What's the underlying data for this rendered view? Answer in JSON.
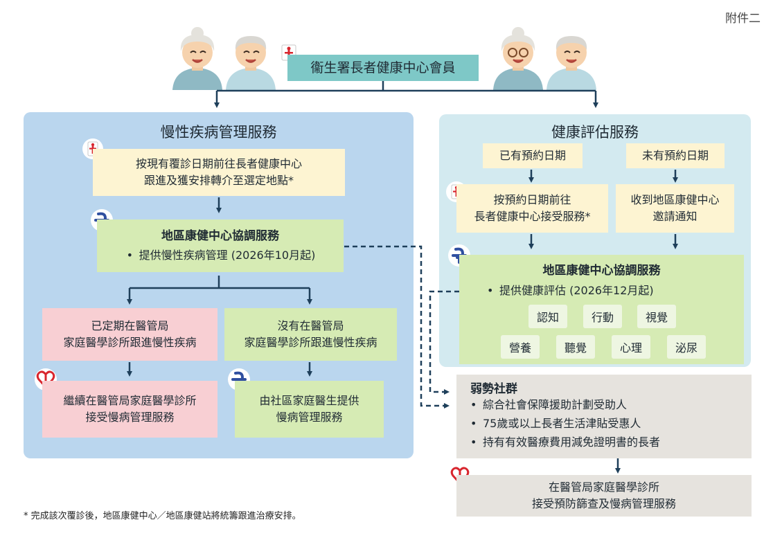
{
  "annex_label": "附件二",
  "member_title": "衞生署長者健康中心會員",
  "chronic": {
    "title": "慢性疾病管理服務",
    "step1_line1": "按現有覆診日期前往長者健康中心",
    "step1_line2": "跟進及獲安排轉介至選定地點*",
    "dhc_title": "地區康健中心協調服務",
    "dhc_bullet": "提供慢性疾病管理 (2026年10月起)",
    "left_branch_line1": "已定期在醫管局",
    "left_branch_line2": "家庭醫學診所跟進慢性疾病",
    "right_branch_line1": "沒有在醫管局",
    "right_branch_line2": "家庭醫學診所跟進慢性疾病",
    "left_result_line1": "繼續在醫管局家庭醫學診所",
    "left_result_line2": "接受慢病管理服務",
    "right_result_line1": "由社區家庭醫生提供",
    "right_result_line2": "慢病管理服務"
  },
  "assessment": {
    "title": "健康評估服務",
    "with_appt": "已有預約日期",
    "without_appt": "未有預約日期",
    "with_result_line1": "按預約日期前往",
    "with_result_line2": "長者健康中心接受服務*",
    "without_result_line1": "收到地區康健中心",
    "without_result_line2": "邀請通知",
    "dhc_title": "地區康健中心協調服務",
    "dhc_bullet": "提供健康評估 (2026年12月起)",
    "chips": [
      "認知",
      "行動",
      "視覺",
      "營養",
      "聽覺",
      "心理",
      "泌尿"
    ]
  },
  "vulnerable": {
    "title": "弱勢社群",
    "items": [
      "綜合社會保障援助計劃受助人",
      "75歲或以上長者生活津貼受惠人",
      "持有有效醫療費用減免證明書的長者"
    ]
  },
  "final_line1": "在醫管局家庭醫學診所",
  "final_line2": "接受預防篩查及慢病管理服務",
  "footnote": "* 完成該次覆診後，地區康健中心／地區康健站將統籌跟進治療安排。",
  "icons": [
    "elderly-woman-icon",
    "elderly-man-icon",
    "dh-logo-icon",
    "dhc-logo-icon",
    "ha-logo-icon"
  ],
  "colors": {
    "teal": "#7ec8c7",
    "panel_blue": "#bad6ee",
    "panel_light": "#d3eaf0",
    "yellow": "#fdf4d2",
    "green": "#d6ebb4",
    "pink": "#f8cfd3",
    "gray": "#e6e3de",
    "arrow": "#1e3f5a"
  }
}
